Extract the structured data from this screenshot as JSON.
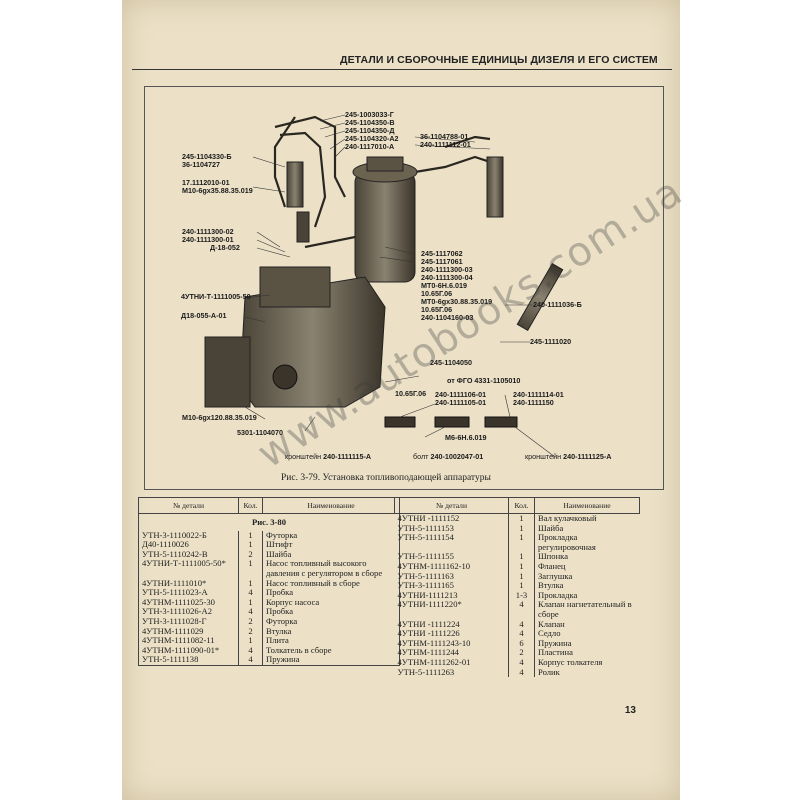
{
  "header": {
    "title": "ДЕТАЛИ И СБОРОЧНЫЕ ЕДИНИЦЫ ДИЗЕЛЯ И ЕГО СИСТЕМ"
  },
  "figure": {
    "caption": "Рис. 3-79. Установка топливоподающей аппаратуры",
    "callouts": [
      "245-1003033-Г",
      "245-1104350-В",
      "245-1104350-Д",
      "245-1104320-А2",
      "240-1117010-А",
      "36-1104788-01",
      "240-1111112-01",
      "245-1104330-Б",
      "36-1104727",
      "17.1112010-01",
      "М10-6gх35.88.35.019",
      "240-1111300-02",
      "240-1111300-01",
      "Д-18-052",
      "245-1117062",
      "245-1117061",
      "240-1111300-03",
      "240-1111300-04",
      "МТ0-6Н.6.019",
      "10.65Г.06",
      "МТ0-6gх30.88.35.019",
      "10.65Г.06",
      "240-1104160-03",
      "4УТНИ-Т-1111005-50",
      "Д18-055-А-01",
      "240-1111036-Б",
      "245-1111020",
      "245-1104050",
      "от ФГО 4331-1105010",
      "10.65Г.06",
      "240-1111106-01",
      "240-1111105-01",
      "240-1111114-01",
      "240-1111150",
      "М10-6gх120.88.35.019",
      "5301-1104070",
      "М6-6Н.6.019",
      "240-1111115-А",
      "240-1002047-01",
      "240-1111125-А"
    ],
    "prefixes": {
      "bracket": "кронштейн",
      "bolt": "болт"
    }
  },
  "watermark": "www.autobooks.com.ua",
  "table": {
    "headers": {
      "part": "№ детали",
      "qty": "Кол.",
      "name": "Наименование"
    },
    "left_subheading": "Рис. 3-80",
    "left_rows": [
      {
        "part": "УТН-3-1110022-Б",
        "qty": "1",
        "name": "Футорка"
      },
      {
        "part": "Д40-1110026",
        "qty": "1",
        "name": "Штифт"
      },
      {
        "part": "УТН-5-1110242-В",
        "qty": "2",
        "name": "Шайба"
      },
      {
        "part": "4УТНИ-Т-1111005-50*",
        "qty": "1",
        "name": "Насос топливный высокого давления с регулятором в сборе"
      },
      {
        "part": "4УТНИ-1111010*",
        "qty": "1",
        "name": "Насос топливный в сборе"
      },
      {
        "part": "УТН-5-1111023-А",
        "qty": "4",
        "name": "Пробка"
      },
      {
        "part": "4УТНМ-1111025-30",
        "qty": "1",
        "name": "Корпус насоса"
      },
      {
        "part": "УТН-3-1111026-А2",
        "qty": "4",
        "name": "Пробка"
      },
      {
        "part": "УТН-3-1111028-Г",
        "qty": "2",
        "name": "Футорка"
      },
      {
        "part": "4УТНМ-1111029",
        "qty": "2",
        "name": "Втулка"
      },
      {
        "part": "4УТНМ-1111082-11",
        "qty": "1",
        "name": "Плита"
      },
      {
        "part": "4УТНМ-1111090-01*",
        "qty": "4",
        "name": "Толкатель в сборе"
      },
      {
        "part": "УТН-5-1111138",
        "qty": "4",
        "name": "Пружина"
      }
    ],
    "right_rows": [
      {
        "part": "4УТНИ -1111152",
        "qty": "1",
        "name": "Вал кулачковый"
      },
      {
        "part": "УТН-5-1111153",
        "qty": "1",
        "name": "Шайба"
      },
      {
        "part": "УТН-5-1111154",
        "qty": "1",
        "name": "Прокладка регулировочная"
      },
      {
        "part": "УТН-5-1111155",
        "qty": "1",
        "name": "Шпонка"
      },
      {
        "part": "4УТНМ-1111162-10",
        "qty": "1",
        "name": "Фланец"
      },
      {
        "part": "УТН-5-1111163",
        "qty": "1",
        "name": "Заглушка"
      },
      {
        "part": "УТН-3-1111165",
        "qty": "1",
        "name": "Втулка"
      },
      {
        "part": "4УТНИ-1111213",
        "qty": "1-3",
        "name": "Прокладка"
      },
      {
        "part": "4УТНИ-1111220*",
        "qty": "4",
        "name": "Клапан нагнетательный в сборе"
      },
      {
        "part": "4УТНИ -1111224",
        "qty": "4",
        "name": "Клапан"
      },
      {
        "part": "4УТНИ -1111226",
        "qty": "4",
        "name": "Седло"
      },
      {
        "part": "4УТНМ-1111243-10",
        "qty": "6",
        "name": "Пружина"
      },
      {
        "part": "4УТНМ-1111244",
        "qty": "2",
        "name": "Пластина"
      },
      {
        "part": "4УТНМ-1111262-01",
        "qty": "4",
        "name": "Корпус толкателя"
      },
      {
        "part": "УТН-5-1111263",
        "qty": "4",
        "name": "Ролик"
      }
    ]
  },
  "page_number": "13"
}
